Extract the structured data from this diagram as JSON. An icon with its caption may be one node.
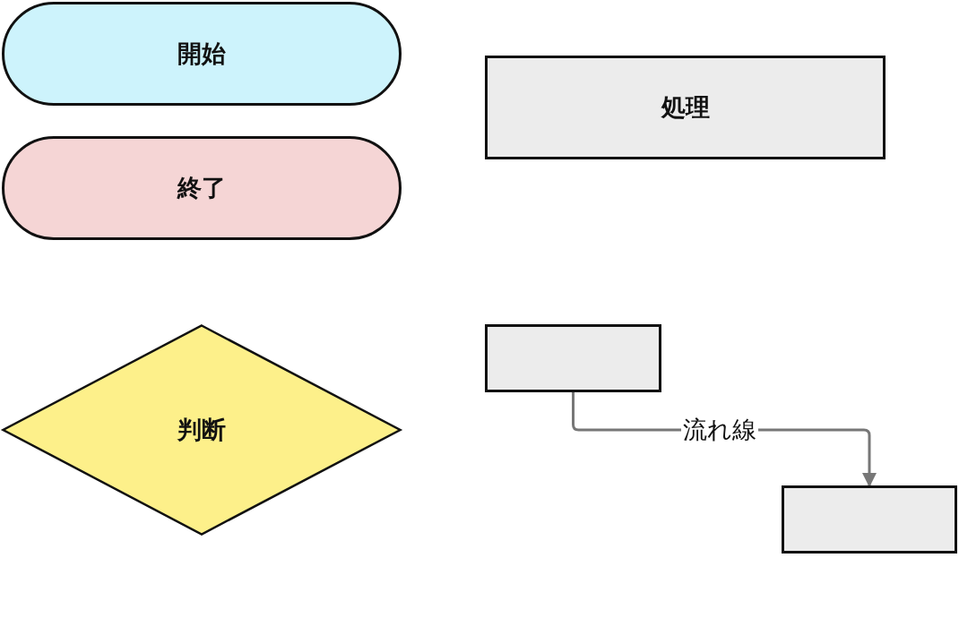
{
  "diagram": {
    "nodes": [
      {
        "text": [
          "開始"
        ]
      },
      {
        "text": [
          "処理"
        ]
      },
      {
        "text": [
          "終了"
        ]
      },
      {
        "text": [
          "判断"
        ]
      },
      {
        "text": [],
        "shape": "box"
      },
      {
        "text": [],
        "shape": "box"
      }
    ],
    "edges": [
      {
        "from": 4,
        "to": 5,
        "arrow": "to",
        "label": "流れ線"
      }
    ]
  }
}
